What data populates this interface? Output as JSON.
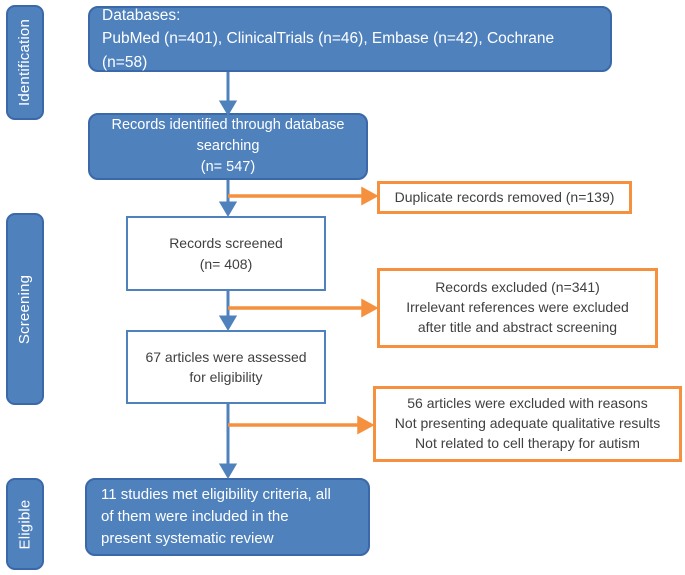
{
  "colors": {
    "blue_fill": "#4f81bd",
    "blue_border": "#3a68a8",
    "orange": "#f5913e",
    "text_dark": "#404040",
    "text_light": "#ffffff"
  },
  "sidebar": {
    "identification": "Identification",
    "screening": "Screening",
    "eligible": "Eligible"
  },
  "flow": {
    "databases": "Databases:\nPubMed (n=401), ClinicalTrials (n=46), Embase (n=42), Cochrane (n=58)",
    "identified": "Records identified through database\nsearching\n(n= 547)",
    "screened": "Records screened\n(n= 408)",
    "assessed": "67 articles were assessed\nfor eligibility",
    "included": "11 studies met eligibility  criteria, all\nof them were included in the\npresent systematic review"
  },
  "exclusions": {
    "duplicates": "Duplicate  records removed (n=139)",
    "screening": "Records excluded (n=341)\nIrrelevant references were excluded\nafter title and abstract screening",
    "eligibility": "56 articles were excluded with reasons\nNot presenting adequate qualitative results\nNot related to cell therapy for autism"
  }
}
